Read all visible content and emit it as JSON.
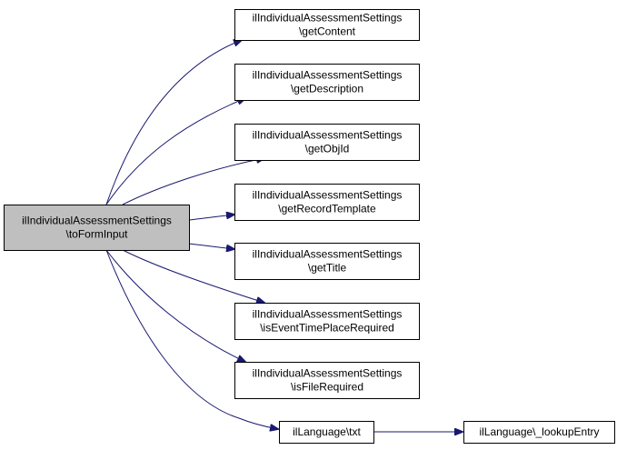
{
  "graph": {
    "source": {
      "id": "toFormInput",
      "lines": [
        "ilIndividualAssessmentSettings",
        "\\toFormInput"
      ]
    },
    "nodes": [
      {
        "id": "getContent",
        "lines": [
          "ilIndividualAssessmentSettings",
          "\\getContent"
        ]
      },
      {
        "id": "getDescription",
        "lines": [
          "ilIndividualAssessmentSettings",
          "\\getDescription"
        ]
      },
      {
        "id": "getObjId",
        "lines": [
          "ilIndividualAssessmentSettings",
          "\\getObjId"
        ]
      },
      {
        "id": "getRecordTemplate",
        "lines": [
          "ilIndividualAssessmentSettings",
          "\\getRecordTemplate"
        ]
      },
      {
        "id": "getTitle",
        "lines": [
          "ilIndividualAssessmentSettings",
          "\\getTitle"
        ]
      },
      {
        "id": "isEventTimePlaceRequired",
        "lines": [
          "ilIndividualAssessmentSettings",
          "\\isEventTimePlaceRequired"
        ]
      },
      {
        "id": "isFileRequired",
        "lines": [
          "ilIndividualAssessmentSettings",
          "\\isFileRequired"
        ]
      },
      {
        "id": "txt",
        "lines": [
          "ilLanguage\\txt"
        ]
      },
      {
        "id": "lookupEntry",
        "lines": [
          "ilLanguage\\_lookupEntry"
        ]
      }
    ],
    "edges": [
      {
        "from": "toFormInput",
        "to": "getContent"
      },
      {
        "from": "toFormInput",
        "to": "getDescription"
      },
      {
        "from": "toFormInput",
        "to": "getObjId"
      },
      {
        "from": "toFormInput",
        "to": "getRecordTemplate"
      },
      {
        "from": "toFormInput",
        "to": "getTitle"
      },
      {
        "from": "toFormInput",
        "to": "isEventTimePlaceRequired"
      },
      {
        "from": "toFormInput",
        "to": "isFileRequired"
      },
      {
        "from": "toFormInput",
        "to": "txt"
      },
      {
        "from": "txt",
        "to": "lookupEntry"
      }
    ],
    "colors": {
      "edge": "#191970",
      "focus_fill": "#bfbfbf",
      "node_fill": "#ffffff",
      "border": "#000000"
    }
  }
}
